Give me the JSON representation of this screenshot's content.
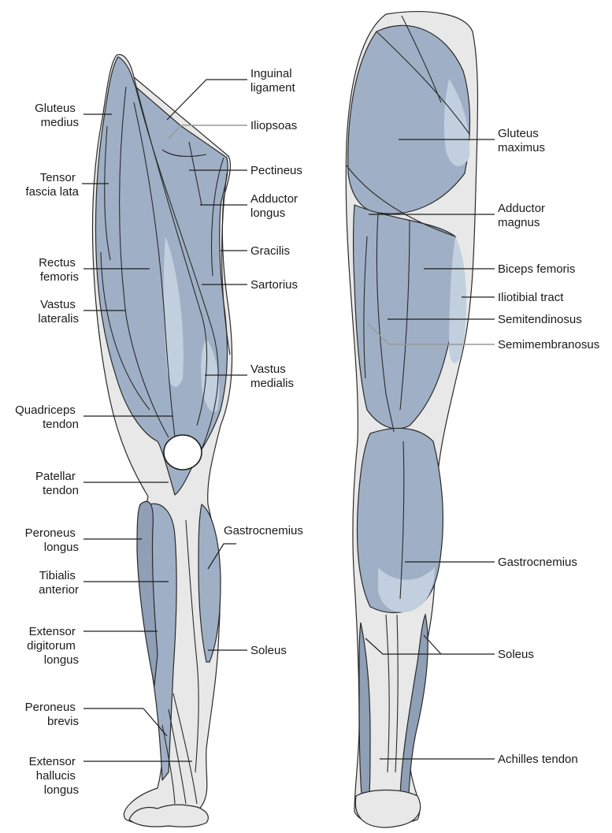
{
  "figure": {
    "anterior_labels": {
      "gluteus_medius": [
        "Gluteus",
        "medius"
      ],
      "inguinal_ligament": [
        "Inguinal",
        "ligament"
      ],
      "iliopsoas": [
        "Iliopsoas"
      ],
      "tensor_fascia_lata": [
        "Tensor",
        "fascia lata"
      ],
      "pectineus": [
        "Pectineus"
      ],
      "adductor_longus": [
        "Adductor",
        "longus"
      ],
      "gracilis": [
        "Gracilis"
      ],
      "rectus_femoris": [
        "Rectus",
        "femoris"
      ],
      "sartorius": [
        "Sartorius"
      ],
      "vastus_lateralis": [
        "Vastus",
        "lateralis"
      ],
      "vastus_medialis": [
        "Vastus",
        "medialis"
      ],
      "quadriceps_tendon": [
        "Quadriceps",
        "tendon"
      ],
      "patellar_tendon": [
        "Patellar",
        "tendon"
      ],
      "gastrocnemius": [
        "Gastrocnemius"
      ],
      "peroneus_longus": [
        "Peroneus",
        "longus"
      ],
      "tibialis_anterior": [
        "Tibialis",
        "anterior"
      ],
      "extensor_digitorum_longus": [
        "Extensor",
        "digitorum",
        "longus"
      ],
      "soleus": [
        "Soleus"
      ],
      "peroneus_brevis": [
        "Peroneus",
        "brevis"
      ],
      "extensor_hallucis_longus": [
        "Extensor",
        "hallucis",
        "longus"
      ]
    },
    "posterior_labels": {
      "gluteus_maximus": [
        "Gluteus",
        "maximus"
      ],
      "adductor_magnus": [
        "Adductor",
        "magnus"
      ],
      "biceps_femoris": [
        "Biceps femoris"
      ],
      "iliotibial_tract": [
        "Iliotibial tract"
      ],
      "semitendinosus": [
        "Semitendinosus"
      ],
      "semimembranosus": [
        "Semimembranosus"
      ],
      "gastrocnemius": [
        "Gastrocnemius"
      ],
      "soleus": [
        "Soleus"
      ],
      "achilles_tendon": [
        "Achilles tendon"
      ]
    },
    "colors": {
      "muscle": "#9fb0c6",
      "highlight": "#c2cfdf",
      "tendon": "#e8e8e8",
      "outline": "#1e1e1e"
    }
  }
}
